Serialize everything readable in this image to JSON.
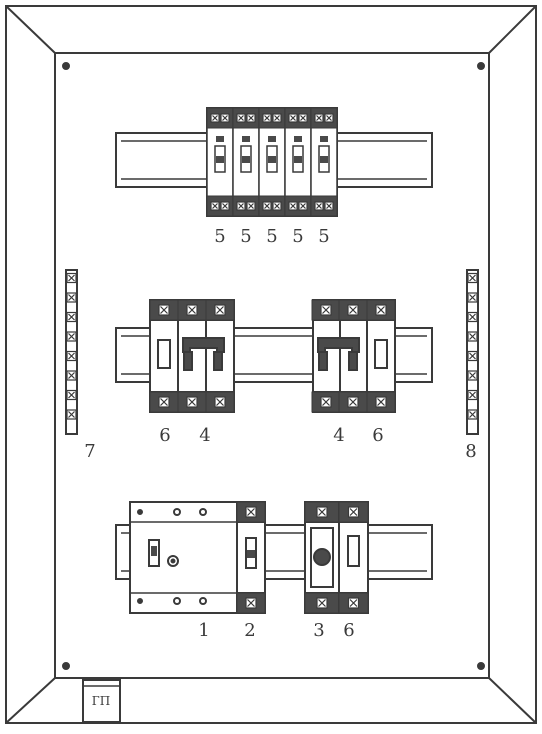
{
  "diagram": {
    "labels": {
      "top_row": [
        "5",
        "5",
        "5",
        "5",
        "5"
      ],
      "middle_left": [
        "6",
        "4"
      ],
      "middle_right": [
        "4",
        "6"
      ],
      "left_terminal_strip": "7",
      "right_terminal_strip": "8",
      "bottom_row": [
        "1",
        "2",
        "3",
        "6"
      ],
      "gland_plate": "ГП"
    },
    "colors": {
      "line": "#3a3a3a",
      "module_dark": "#4a4a4a",
      "module_light": "#ffffff",
      "background": "#ffffff"
    }
  }
}
